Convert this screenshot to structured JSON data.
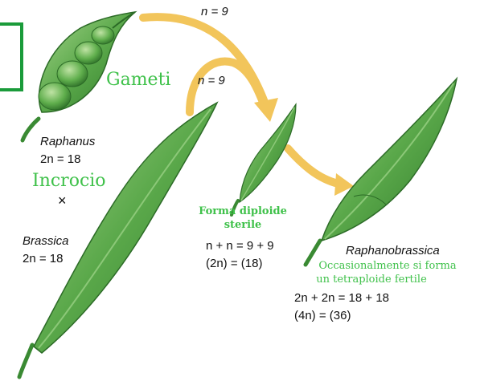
{
  "arrows": {
    "top_n_label": "n = 9",
    "inner_n_label": "n = 9",
    "color": "#f2c55b"
  },
  "raphanus": {
    "name": "Raphanus",
    "chromosomes": "2n = 18"
  },
  "brassica": {
    "name": "Brassica",
    "chromosomes": "2n = 18"
  },
  "cross": {
    "label": "Incrocio",
    "symbol": "×"
  },
  "gametes": {
    "label": "Gameti"
  },
  "hybrid": {
    "title_line1": "Forma diploide",
    "title_line2": "sterile",
    "formula": "n + n = 9 + 9",
    "ploidy": "(2n) = (18)"
  },
  "raphanobrassica": {
    "name": "Raphanobrassica",
    "note_line1": "Occasionalmente si forma",
    "note_line2": "un tetraploide fertile",
    "formula": "2n + 2n = 18 + 18",
    "ploidy": "(4n) = (36)"
  },
  "colors": {
    "annotation_green": "#3fc14a",
    "frame_green": "#1a9b3a",
    "pod_dark": "#2f7a2a",
    "pod_mid": "#5aa84a",
    "pod_light": "#a6d58c"
  }
}
